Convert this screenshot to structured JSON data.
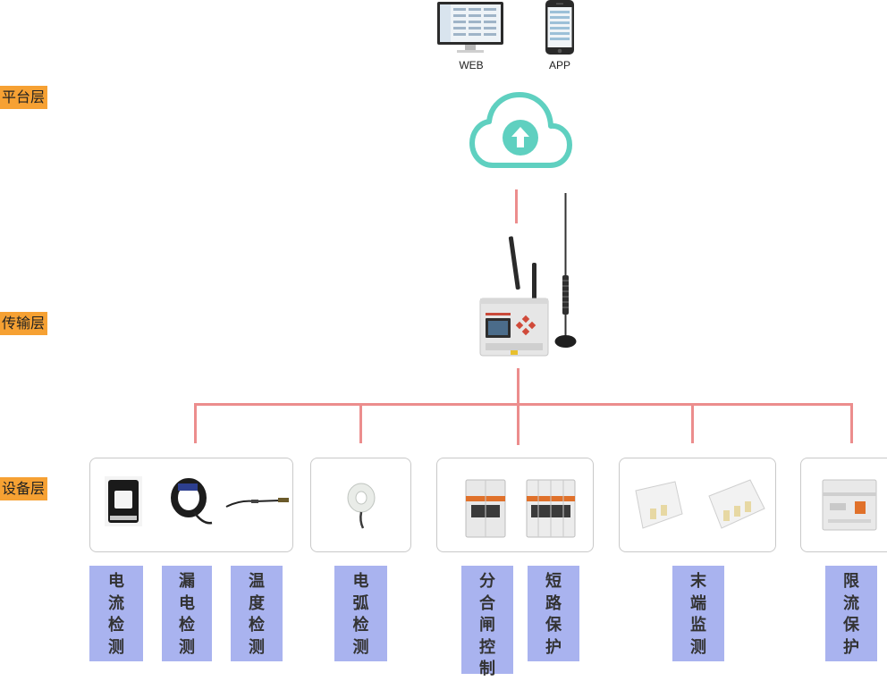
{
  "layers": {
    "platform": "平台层",
    "transport": "传输层",
    "device": "设备层"
  },
  "clients": {
    "web": "WEB",
    "app": "APP"
  },
  "icons": [
    "monitor-icon",
    "phone-icon",
    "cloud-upload-icon",
    "gateway-icon",
    "antenna-icon"
  ],
  "device_labels": [
    {
      "id": "current",
      "text": "电流检测"
    },
    {
      "id": "leakage",
      "text": "漏电检测"
    },
    {
      "id": "temperature",
      "text": "温度检测"
    },
    {
      "id": "arc",
      "text": "电弧检测"
    },
    {
      "id": "switch",
      "text": "分合闸控制"
    },
    {
      "id": "short",
      "text": "短路保护"
    },
    {
      "id": "terminal",
      "text": "末端监测"
    },
    {
      "id": "limit",
      "text": "限流保护"
    }
  ],
  "colors": {
    "layer_tag": "#f6a133",
    "connector": "#ec8d8d",
    "label_bg": "#a9b3ef",
    "cloud": "#5fd0c0"
  }
}
